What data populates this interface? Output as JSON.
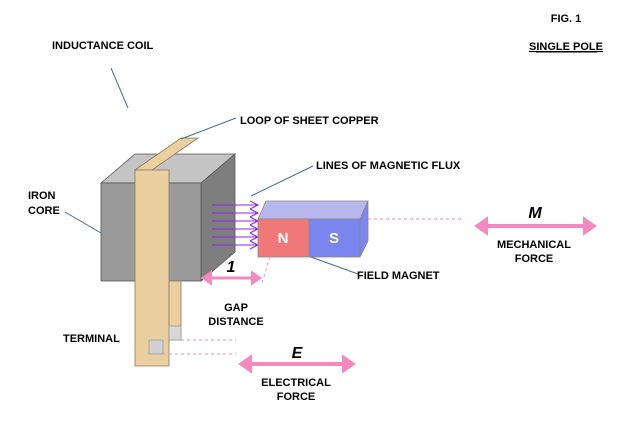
{
  "figure": {
    "number": "FIG. 1",
    "subtitle": "SINGLE POLE"
  },
  "labels": {
    "inductance_coil": "INDUCTANCE COIL",
    "loop_copper": "LOOP OF SHEET COPPER",
    "flux": "LINES OF MAGNETIC FLUX",
    "iron_core": [
      "IRON",
      "CORE"
    ],
    "field_magnet": "FIELD MAGNET",
    "terminal": "TERMINAL",
    "gap_distance": [
      "GAP",
      "DISTANCE"
    ],
    "mechanical_force": [
      "MECHANICAL",
      "FORCE"
    ],
    "electrical_force": [
      "ELECTRICAL",
      "FORCE"
    ]
  },
  "symbols": {
    "gap": "1",
    "mechanical": "M",
    "electrical": "E"
  },
  "magnet": {
    "north": "N",
    "south": "S"
  },
  "colors": {
    "iron_front": "#9a9a9a",
    "iron_top": "#c4c4c4",
    "iron_side": "#7e7e7e",
    "copper": "#ebcfa0",
    "copper_edge": "#8a7a5a",
    "magnet_north": "#f07878",
    "magnet_south": "#7a86ee",
    "magnet_top": "#b8b8ee",
    "flux": "#8a2be2",
    "force_arrow": "#f28ac0"
  }
}
